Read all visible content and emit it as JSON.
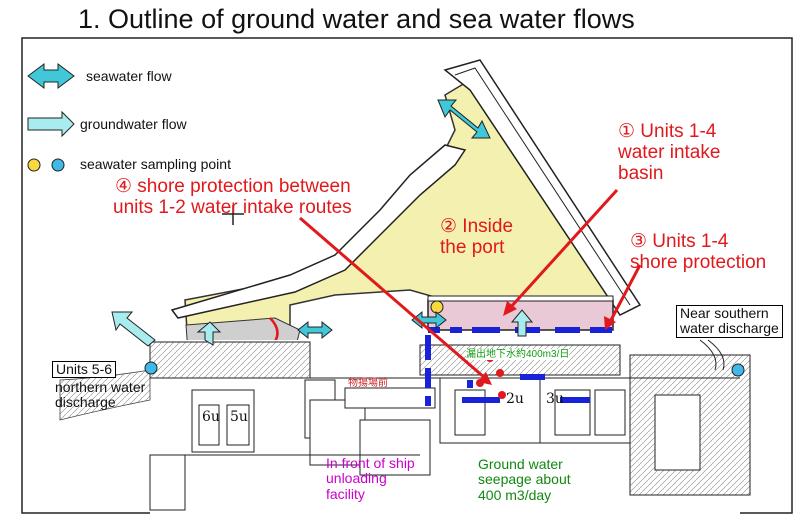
{
  "title": "1. Outline of ground water and sea water flows",
  "legend": [
    {
      "icon": "double-arrow-teal",
      "label": "seawater flow"
    },
    {
      "icon": "single-arrow-light-teal",
      "label": "groundwater flow"
    },
    {
      "icon": "circles-yellow-blue",
      "label": "seawater sampling point"
    }
  ],
  "labels": {
    "l1_line1": "① Units 1-4",
    "l1_line2": "water intake",
    "l1_line3": "basin",
    "l2_line1": "② Inside",
    "l2_line2": "the port",
    "l3_line1": "③ Units 1-4",
    "l3_line2": "shore protection",
    "l4_line1": "④ shore protection between",
    "l4_line2": "units 1-2 water intake routes",
    "units56": "Units 5-6",
    "northern_line1": "northern water",
    "northern_line2": "discharge",
    "southern_line1": "Near southern",
    "southern_line2": "water discharge",
    "ship_line1": "In front of ship",
    "ship_line2": "unloading",
    "ship_line3": "facility",
    "gw_line1": "Ground water",
    "gw_line2": "seepage about",
    "gw_line3": "400 m3/day",
    "jp_seepage": "漏出地下水約400m3/日",
    "jp_ship": "物揚場前",
    "unit_6u": "6u",
    "unit_5u": "5u",
    "unit_2u": "2u",
    "unit_3u": "3u"
  },
  "colors": {
    "seawater_arrow": "#40c8d8",
    "groundwater_arrow": "#a8ecf0",
    "port_fill": "#f4f0b0",
    "red_text": "#e1191c",
    "blue_barrier": "#1a22d8",
    "sampling_yellow": "#f8d840",
    "sampling_blue": "#40b8e8"
  }
}
